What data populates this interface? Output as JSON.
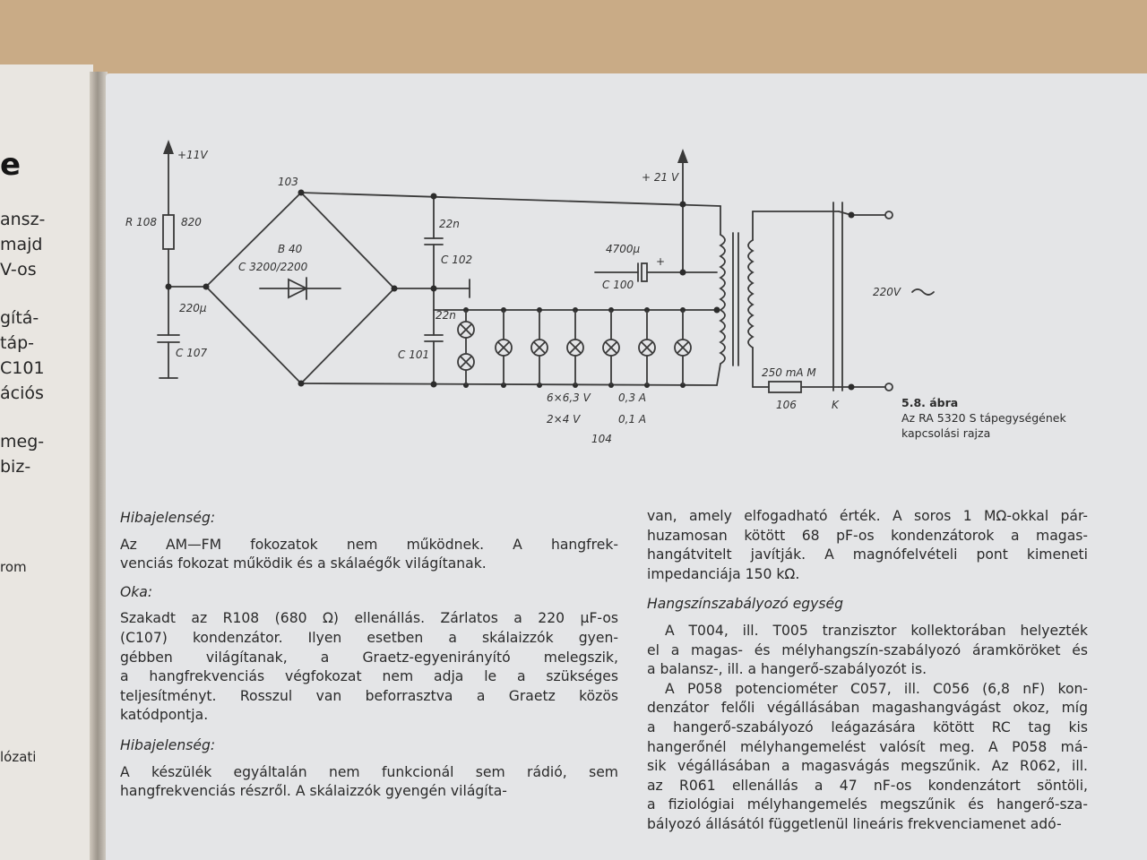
{
  "left_page": {
    "heading": "e",
    "lines": [
      "ansz-",
      "majd",
      "V-os",
      "",
      "gítá-",
      "táp-",
      "C101",
      "ációs",
      "",
      "meg-",
      "biz-",
      "",
      "",
      "rom",
      "",
      "",
      "",
      "",
      "",
      "lózati"
    ]
  },
  "figure": {
    "labels": {
      "v11": "+11V",
      "v21": "+ 21 V",
      "n103": "103",
      "r108": "R 108",
      "r820": "820",
      "b40": "B 40",
      "c3200": "C 3200/2200",
      "c220u": "220µ",
      "c107": "C 107",
      "n22a": "22n",
      "c102": "C 102",
      "n22b": "22n",
      "c101": "C 101",
      "c4700": "4700µ",
      "c100": "C 100",
      "plus": "+",
      "v220": "220V",
      "fuse": "250 mA M",
      "n106": "106",
      "k": "K",
      "lamp1a": "6×6,3 V",
      "lamp1b": "0,3 A",
      "lamp2a": "2×4 V",
      "lamp2b": "0,1 A",
      "n104": "104"
    },
    "caption": {
      "title": "5.8. ábra",
      "line1": "Az RA 5320 S tápegységének",
      "line2": "kapcsolási rajza"
    }
  },
  "left_column": {
    "h1": "Hibajelenség:",
    "p1": [
      "Az AM—FM fokozatok nem működnek. A hangfrek-",
      "venciás fokozat működik és a skálaégők világítanak."
    ],
    "h2": "Oka:",
    "p2": [
      "Szakadt az R108 (680 Ω) ellenállás. Zárlatos a 220 µF-os",
      "(C107) kondenzátor. Ilyen esetben a skálaizzók gyen-",
      "gébben világítanak, a Graetz-egyenirányító melegszik,",
      "a hangfrekvenciás végfokozat nem adja le a szükséges",
      "teljesítményt. Rosszul van beforrasztva a Graetz közös",
      "katódpontja."
    ],
    "h3": "Hibajelenség:",
    "p3": [
      "A készülék egyáltalán nem funkcionál sem rádió, sem",
      "hangfrekvenciás részről. A skálaizzók gyengén világíta-"
    ]
  },
  "right_column": {
    "p1": [
      "van, amely elfogadható érték. A soros 1 MΩ-okkal pár-",
      "huzamosan kötött 68 pF-os kondenzátorok a magas-",
      "hangátvitelt javítják. A magnófelvételi pont kimeneti",
      "impedanciája 150 kΩ."
    ],
    "h1": "Hangszínszabályozó egység",
    "p2": [
      "A T004, ill. T005 tranzisztor kollektorában helyezték",
      "el a magas- és mélyhangszín-szabályozó áramköröket és",
      "a balansz-, ill. a hangerő-szabályozót is."
    ],
    "p3": [
      "A P058 potenciométer C057, ill. C056 (6,8 nF) kon-",
      "denzátor felőli végállásában magashangvágást okoz, míg",
      "a hangerő-szabályozó leágazására kötött RC tag kis",
      "hangerőnél mélyhangemelést valósít meg. A P058 má-",
      "sik végállásában a magasvágás megszűnik. Az R062, ill.",
      "az R061 ellenállás a 47 nF-os kondenzátort söntöli,",
      "a fiziológiai mélyhangemelés megszűnik és hangerő-sza-",
      "bályozó állásától függetlenül lineáris frekvenciamenet adó-"
    ]
  }
}
